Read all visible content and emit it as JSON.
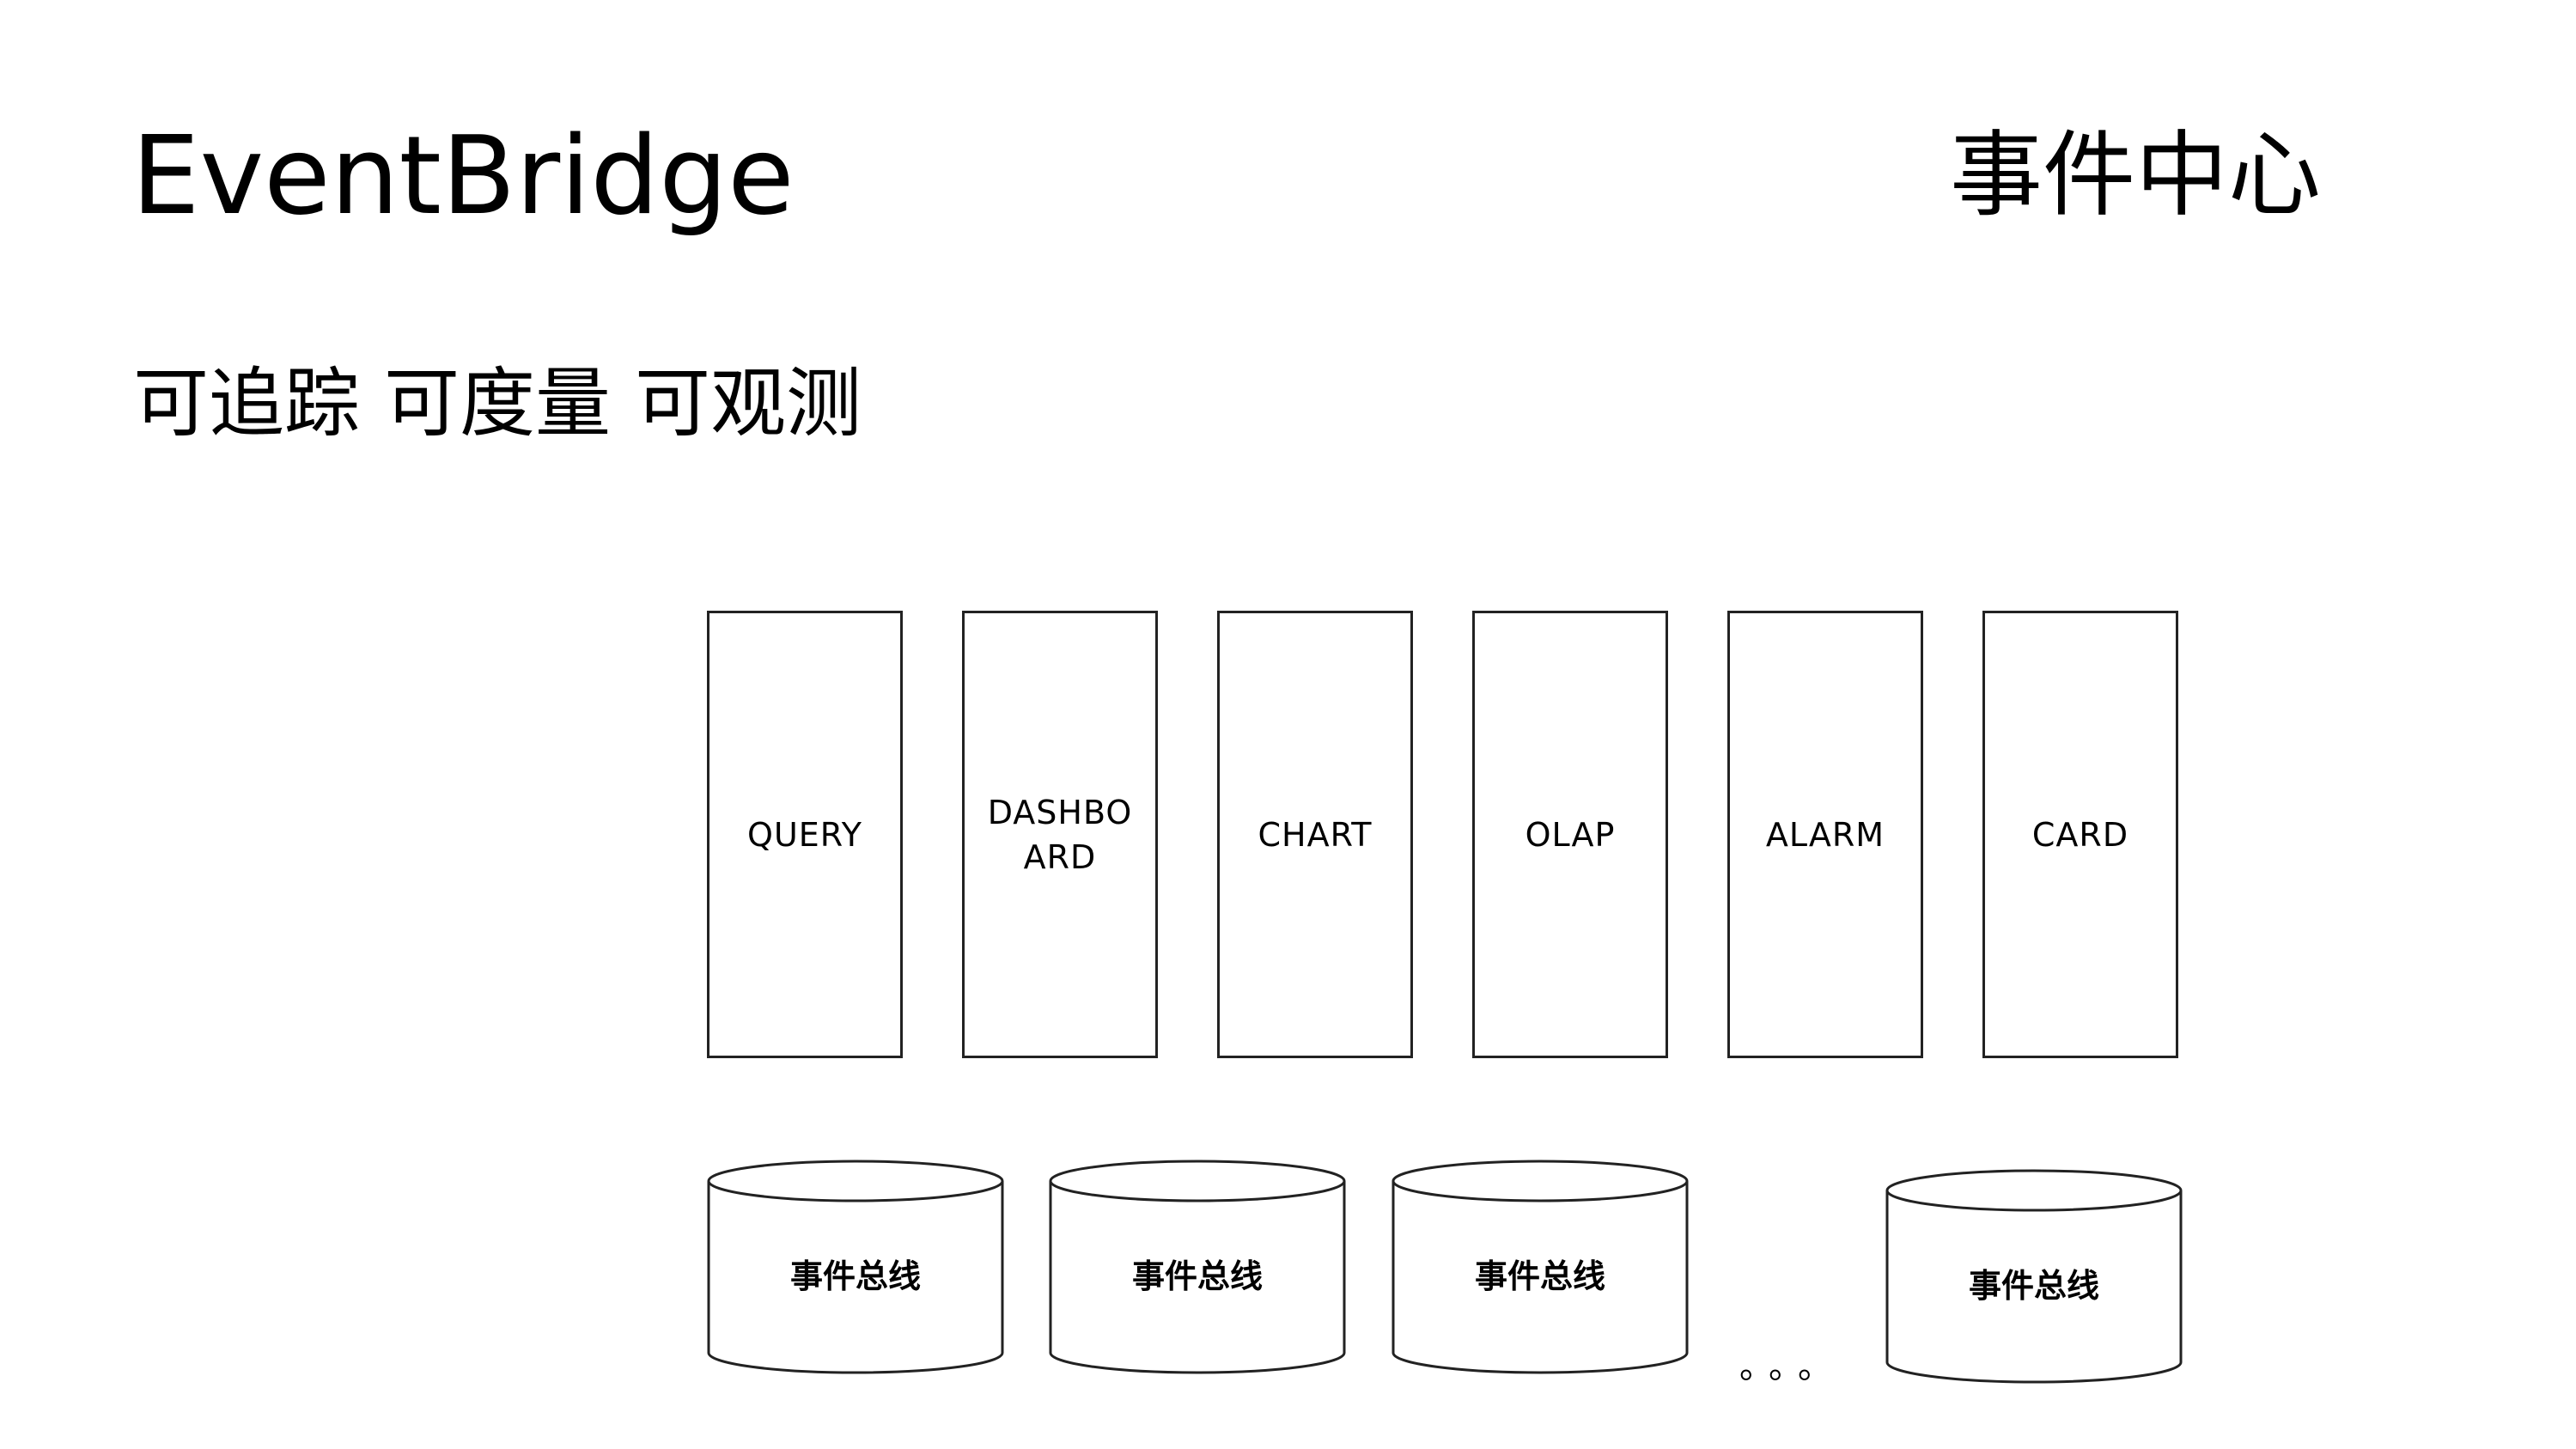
{
  "header": {
    "title": "EventBridge",
    "right_title": "事件中心",
    "subtitle": "可追踪 可度量 可观测"
  },
  "modules": [
    {
      "label": "QUERY"
    },
    {
      "label": "DASHBOARD"
    },
    {
      "label": "CHART"
    },
    {
      "label": "OLAP"
    },
    {
      "label": "ALARM"
    },
    {
      "label": "CARD"
    }
  ],
  "buses": [
    {
      "label": "事件总线"
    },
    {
      "label": "事件总线"
    },
    {
      "label": "事件总线"
    },
    {
      "label": "事件总线"
    }
  ],
  "ellipsis": "。。。"
}
